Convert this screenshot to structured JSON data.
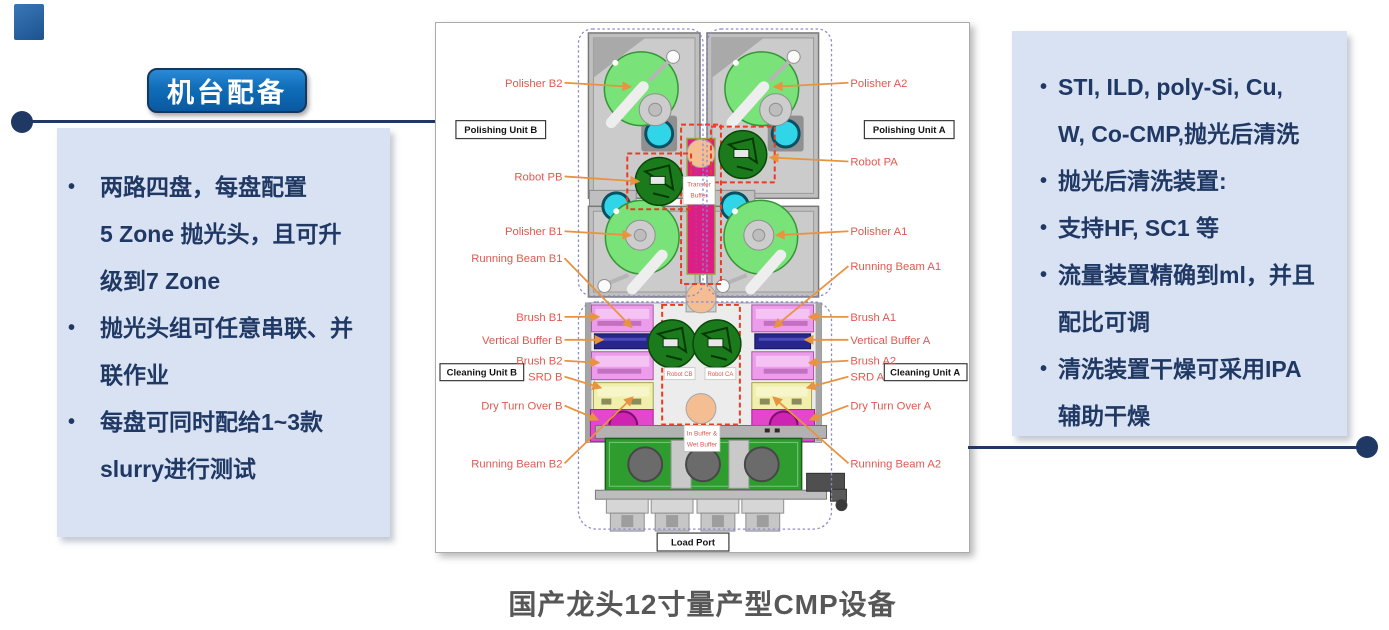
{
  "slide": {
    "badge_label": "机台配备",
    "caption": "国产龙头12寸量产型CMP设备"
  },
  "left_panel": {
    "bullets": [
      "两路四盘，每盘配置\n5 Zone 抛光头，且可升\n级到7 Zone",
      "抛光头组可任意串联、并\n联作业",
      "每盘可同时配给1~3款\nslurry进行测试"
    ]
  },
  "right_panel": {
    "bullets": [
      "STI, ILD, poly-Si, Cu,\nW, Co-CMP,抛光后清洗",
      "抛光后清洗装置:",
      "支持HF, SC1 等",
      "流量装置精确到ml，并且\n配比可调",
      "清洗装置干燥可采用IPA\n辅助干燥"
    ]
  },
  "diagram": {
    "left_labels": [
      "Polisher B2",
      "Robot PB",
      "Polisher B1",
      "Running Beam B1",
      "Brush B1",
      "Vertical Buffer B",
      "Brush B2",
      "SRD B",
      "Dry Turn Over B",
      "Running Beam B2"
    ],
    "right_labels": [
      "Polisher A2",
      "Robot PA",
      "Polisher A1",
      "Running Beam A1",
      "Brush A1",
      "Vertical Buffer A",
      "Brush A2",
      "SRD A",
      "Dry Turn Over A",
      "Running Beam A2"
    ],
    "boxed_labels": {
      "polishing_unit_b": "Polishing Unit B",
      "polishing_unit_a": "Polishing Unit A",
      "cleaning_unit_b": "Cleaning Unit B",
      "cleaning_unit_a": "Cleaning Unit A",
      "load_port": "Load Port"
    },
    "center_labels": {
      "transfer_buffer": [
        "Transfer",
        "Buffer"
      ],
      "robot_cb": "Robot CB",
      "robot_ca": "Robot CA",
      "in_wet_buffer": [
        "In Buffer &",
        "Wet Buffer"
      ]
    }
  },
  "colors": {
    "accent_navy": "#1F3864",
    "badge_blue": "#0E6CB6",
    "panel_bg": "#D9E2F2",
    "diagram_label_red": "#E0584E",
    "leader_orange": "#E8933F"
  }
}
